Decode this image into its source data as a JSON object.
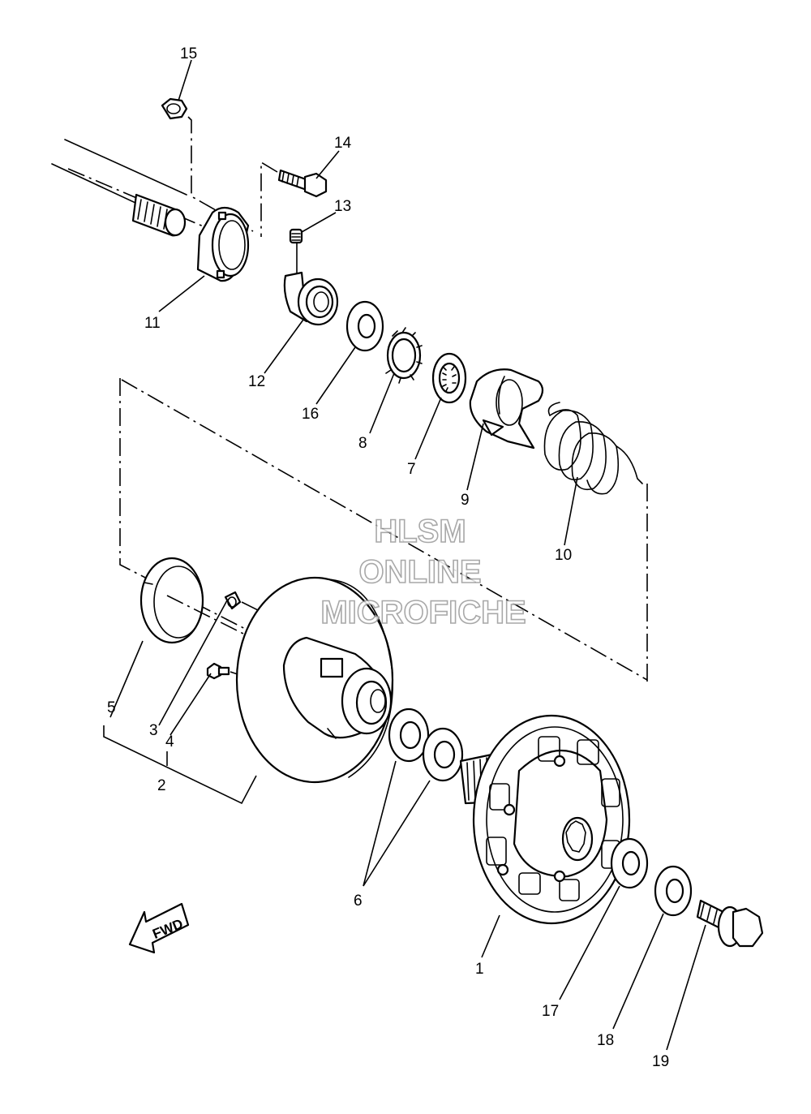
{
  "watermark": {
    "line1": "HLSM",
    "line2": "ONLINE",
    "line3": "MICROFICHE"
  },
  "fwd_label": "FWD",
  "callouts": {
    "c1": "1",
    "c2": "2",
    "c3": "3",
    "c4": "4",
    "c5": "5",
    "c6": "6",
    "c7": "7",
    "c8": "8",
    "c9": "9",
    "c10": "10",
    "c11": "11",
    "c12": "12",
    "c13": "13",
    "c14": "14",
    "c15": "15",
    "c16": "16",
    "c17": "17",
    "c18": "18",
    "c19": "19"
  }
}
